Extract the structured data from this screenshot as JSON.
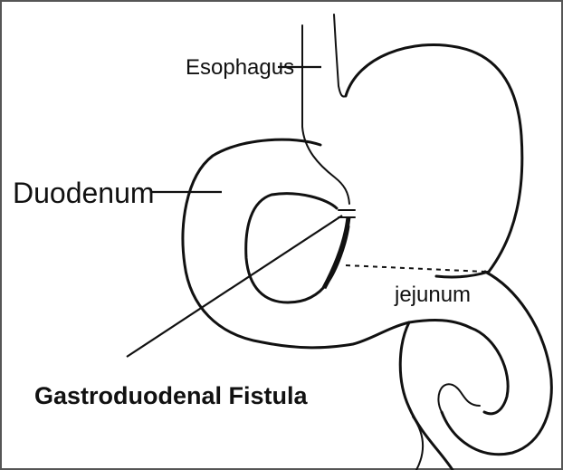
{
  "diagram": {
    "labels": {
      "esophagus": "Esophagus",
      "duodenum": "Duodenum",
      "jejunum": "jejunum",
      "fistula": "Gastroduodenal Fistula"
    },
    "colors": {
      "ink": "#111111",
      "background": "#ffffff",
      "frame": "#555555"
    }
  }
}
